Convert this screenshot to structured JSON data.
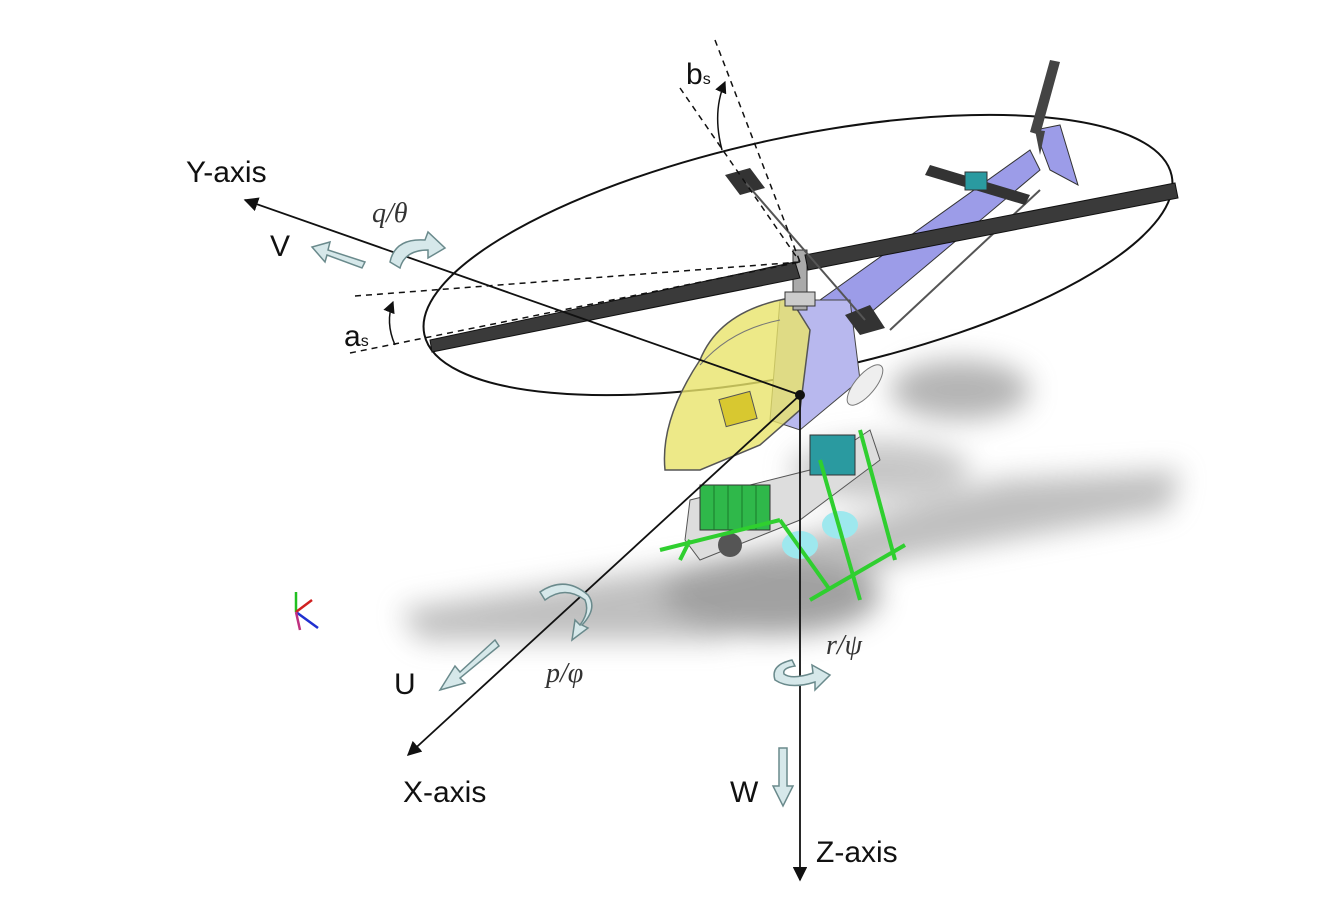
{
  "labels": {
    "y_axis": "Y-axis",
    "x_axis": "X-axis",
    "z_axis": "Z-axis",
    "v": "V",
    "u": "U",
    "w": "W",
    "q_theta": "q/θ",
    "p_phi": "p/φ",
    "r_psi": "r/ψ",
    "a_s_main": "a",
    "a_s_sub": "s",
    "b_s_main": "b",
    "b_s_sub": "s"
  },
  "colors": {
    "canopy": "#e8e36a",
    "boom": "#9c9ce8",
    "blade": "#3a3a3a",
    "skid": "#2fcf2f",
    "arrow_fill": "#d6e8ea",
    "battery": "#2fb84a",
    "tank": "#2a9aa0"
  }
}
